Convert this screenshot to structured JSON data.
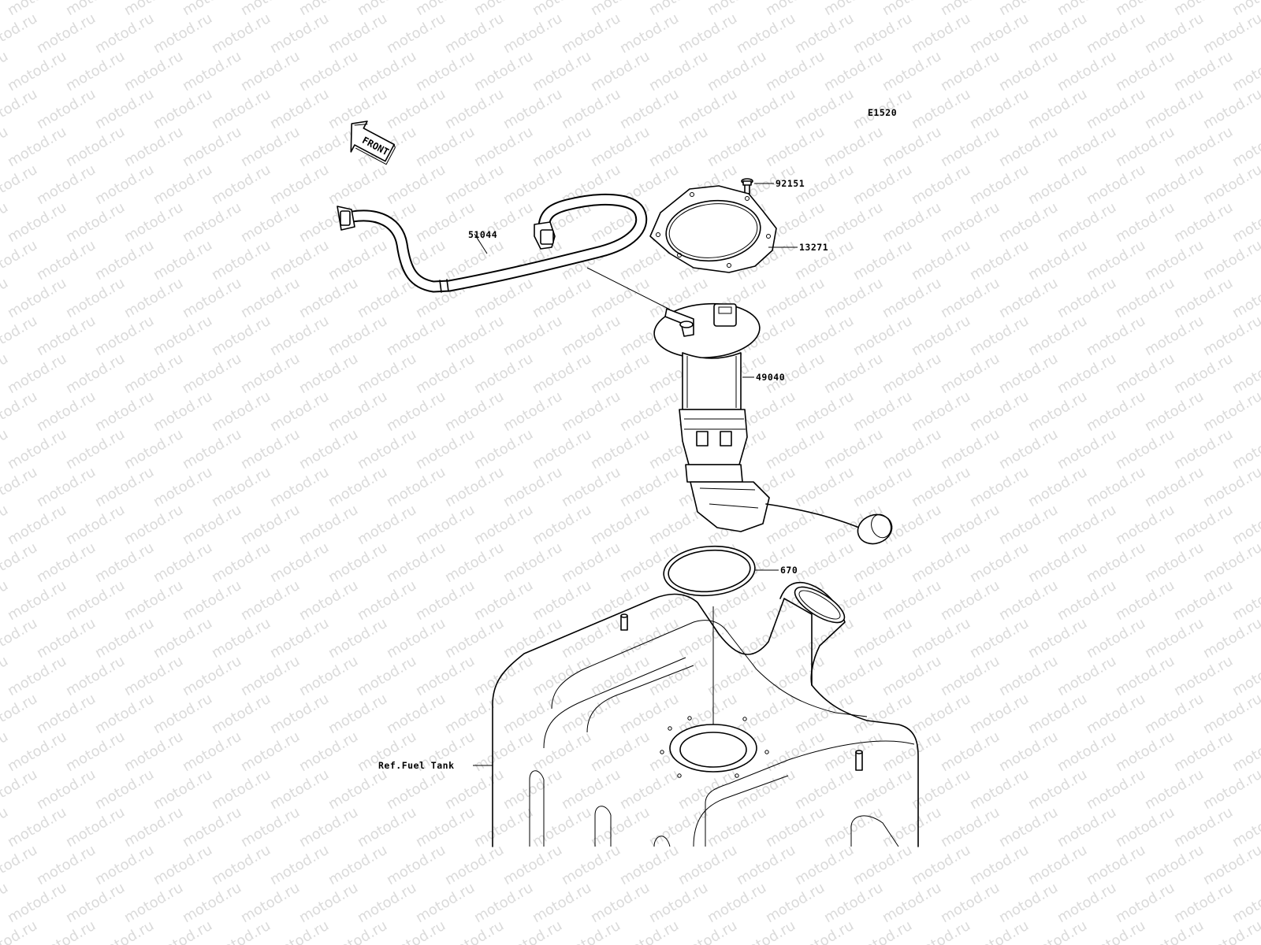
{
  "diagram": {
    "code": "E1520",
    "front_arrow_text": "FRONT",
    "watermark": "motod.ru",
    "parts": [
      {
        "number": "92151"
      },
      {
        "number": "13271"
      },
      {
        "number": "51044"
      },
      {
        "number": "49040"
      },
      {
        "number": "670"
      }
    ],
    "reference": "Ref.Fuel Tank"
  }
}
